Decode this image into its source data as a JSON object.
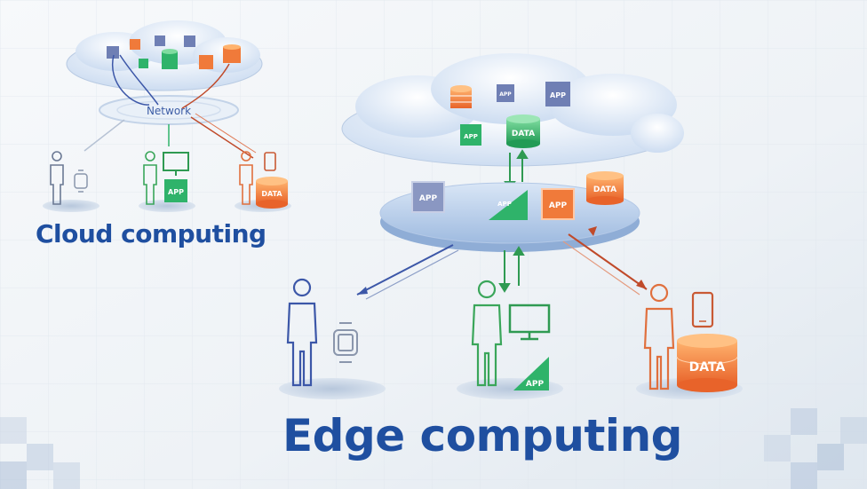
{
  "cloud": {
    "title": "Cloud computing",
    "network_label": "Network",
    "app_label": "APP",
    "data_label": "DATA"
  },
  "edge": {
    "title": "Edge computing",
    "app_label": "APP",
    "data_label": "DATA"
  },
  "colors": {
    "title_blue": "#1f4fa0",
    "app_blue": "#6f7fb4",
    "app_green": "#2fb36a",
    "app_orange": "#f07a3a",
    "person_blue": "#3c57a8",
    "person_green": "#3aa65a",
    "person_orange": "#e0703e"
  }
}
